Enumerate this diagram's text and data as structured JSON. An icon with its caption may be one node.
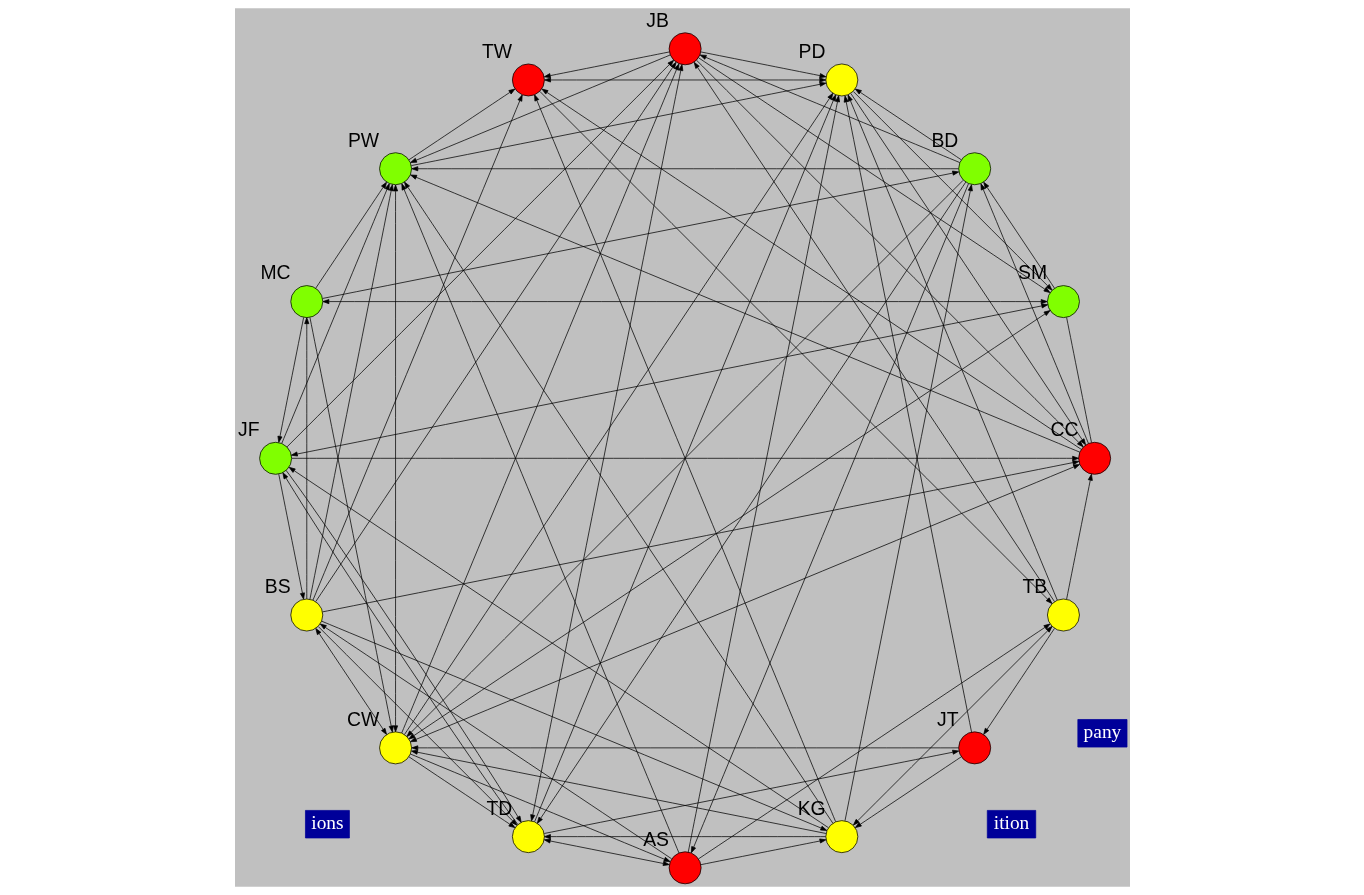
{
  "diagram": {
    "nodes": [
      {
        "text": [],
        "shape": "circle",
        "beside": [
          "AS"
        ]
      },
      {
        "text": [],
        "shape": "circle",
        "beside": [
          "BS"
        ]
      },
      {
        "text": [],
        "shape": "circle",
        "beside": [
          "MC"
        ]
      },
      {
        "text": [],
        "shape": "circle",
        "beside": [
          "KG"
        ]
      },
      {
        "text": [],
        "shape": "circle",
        "beside": [
          "BD"
        ]
      },
      {
        "text": [],
        "shape": "circle",
        "beside": [
          "PW"
        ]
      },
      {
        "text": [],
        "shape": "circle",
        "beside": [
          "TW"
        ]
      },
      {
        "text": [],
        "shape": "circle",
        "beside": [
          "JF"
        ]
      },
      {
        "text": [],
        "shape": "circle",
        "beside": [
          "TD"
        ]
      },
      {
        "text": [],
        "shape": "circle",
        "beside": [
          "CW"
        ]
      },
      {
        "text": [],
        "shape": "circle",
        "beside": [
          "JT"
        ]
      },
      {
        "text": [],
        "shape": "circle",
        "beside": [
          "TB"
        ]
      },
      {
        "text": [],
        "shape": "circle",
        "beside": [
          "JB"
        ]
      },
      {
        "text": [],
        "shape": "circle",
        "beside": [
          "PD"
        ]
      },
      {
        "text": [],
        "shape": "circle",
        "beside": [
          "SM"
        ]
      },
      {
        "text": [],
        "shape": "circle",
        "beside": [
          "CC"
        ]
      }
    ],
    "edges": [
      {
        "from": 0,
        "to": 1,
        "arrow": "to"
      },
      {
        "from": 1,
        "to": 2,
        "arrow": "to"
      },
      {
        "from": 2,
        "to": 4,
        "arrow": "to"
      },
      {
        "from": 2,
        "to": 5,
        "arrow": "to"
      },
      {
        "from": 2,
        "to": 7,
        "arrow": "to"
      },
      {
        "from": 2,
        "to": 9,
        "arrow": "to"
      },
      {
        "from": 2,
        "to": 14,
        "arrow": "both"
      },
      {
        "from": 7,
        "to": 14,
        "arrow": "both"
      },
      {
        "from": 0,
        "to": 3,
        "arrow": "to"
      },
      {
        "from": 1,
        "to": 3,
        "arrow": "to"
      },
      {
        "from": 1,
        "to": 6,
        "arrow": "to"
      },
      {
        "from": 1,
        "to": 5,
        "arrow": "to"
      },
      {
        "from": 1,
        "to": 8,
        "arrow": "to"
      },
      {
        "from": 1,
        "to": 12,
        "arrow": "to"
      },
      {
        "from": 1,
        "to": 15,
        "arrow": "to"
      },
      {
        "from": 5,
        "to": 6,
        "arrow": "to"
      },
      {
        "from": 3,
        "to": 5,
        "arrow": "to"
      },
      {
        "from": 3,
        "to": 4,
        "arrow": "to"
      },
      {
        "from": 4,
        "to": 0,
        "arrow": "to"
      },
      {
        "from": 0,
        "to": 5,
        "arrow": "to"
      },
      {
        "from": 0,
        "to": 8,
        "arrow": "both"
      },
      {
        "from": 0,
        "to": 13,
        "arrow": "to"
      },
      {
        "from": 0,
        "to": 11,
        "arrow": "to"
      },
      {
        "from": 9,
        "to": 0,
        "arrow": "to"
      },
      {
        "from": 3,
        "to": 6,
        "arrow": "to"
      },
      {
        "from": 3,
        "to": 8,
        "arrow": "to"
      },
      {
        "from": 3,
        "to": 9,
        "arrow": "to"
      },
      {
        "from": 3,
        "to": 7,
        "arrow": "to"
      },
      {
        "from": 3,
        "to": 11,
        "arrow": "both"
      },
      {
        "from": 10,
        "to": 3,
        "arrow": "to"
      },
      {
        "from": 6,
        "to": 11,
        "arrow": "to"
      },
      {
        "from": 6,
        "to": 13,
        "arrow": "both"
      },
      {
        "from": 12,
        "to": 6,
        "arrow": "to"
      },
      {
        "from": 15,
        "to": 6,
        "arrow": "to"
      },
      {
        "from": 8,
        "to": 10,
        "arrow": "to"
      },
      {
        "from": 8,
        "to": 13,
        "arrow": "to"
      },
      {
        "from": 11,
        "to": 10,
        "arrow": "to"
      },
      {
        "from": 11,
        "to": 12,
        "arrow": "to"
      },
      {
        "from": 11,
        "to": 15,
        "arrow": "to"
      },
      {
        "from": 11,
        "to": 13,
        "arrow": "to"
      },
      {
        "from": 10,
        "to": 13,
        "arrow": "to"
      },
      {
        "from": 10,
        "to": 9,
        "arrow": "to"
      },
      {
        "from": 7,
        "to": 8,
        "arrow": "to"
      },
      {
        "from": 9,
        "to": 8,
        "arrow": "to"
      },
      {
        "from": 9,
        "to": 5,
        "arrow": "both"
      },
      {
        "from": 4,
        "to": 5,
        "arrow": "to"
      },
      {
        "from": 7,
        "to": 1,
        "arrow": "to"
      },
      {
        "from": 7,
        "to": 5,
        "arrow": "to"
      },
      {
        "from": 4,
        "to": 9,
        "arrow": "to"
      },
      {
        "from": 4,
        "to": 8,
        "arrow": "to"
      },
      {
        "from": 4,
        "to": 12,
        "arrow": "to"
      },
      {
        "from": 4,
        "to": 13,
        "arrow": "to"
      },
      {
        "from": 14,
        "to": 4,
        "arrow": "to"
      },
      {
        "from": 15,
        "to": 4,
        "arrow": "to"
      },
      {
        "from": 7,
        "to": 12,
        "arrow": "to"
      },
      {
        "from": 7,
        "to": 15,
        "arrow": "to"
      },
      {
        "from": 8,
        "to": 7,
        "arrow": "to"
      },
      {
        "from": 9,
        "to": 1,
        "arrow": "both"
      },
      {
        "from": 9,
        "to": 14,
        "arrow": "both"
      },
      {
        "from": 9,
        "to": 15,
        "arrow": "both"
      },
      {
        "from": 9,
        "to": 12,
        "arrow": "to"
      },
      {
        "from": 9,
        "to": 13,
        "arrow": "to"
      },
      {
        "from": 12,
        "to": 5,
        "arrow": "to"
      },
      {
        "from": 15,
        "to": 5,
        "arrow": "to"
      },
      {
        "from": 12,
        "to": 8,
        "arrow": "both"
      },
      {
        "from": 12,
        "to": 13,
        "arrow": "to"
      },
      {
        "from": 12,
        "to": 14,
        "arrow": "to"
      },
      {
        "from": 12,
        "to": 15,
        "arrow": "to"
      },
      {
        "from": 13,
        "to": 14,
        "arrow": "to"
      },
      {
        "from": 13,
        "to": 15,
        "arrow": "to"
      },
      {
        "from": 14,
        "to": 15,
        "arrow": "none"
      },
      {
        "from": 5,
        "to": 13,
        "arrow": "to"
      }
    ],
    "labels": [
      "ition",
      "ions",
      "pany"
    ]
  }
}
